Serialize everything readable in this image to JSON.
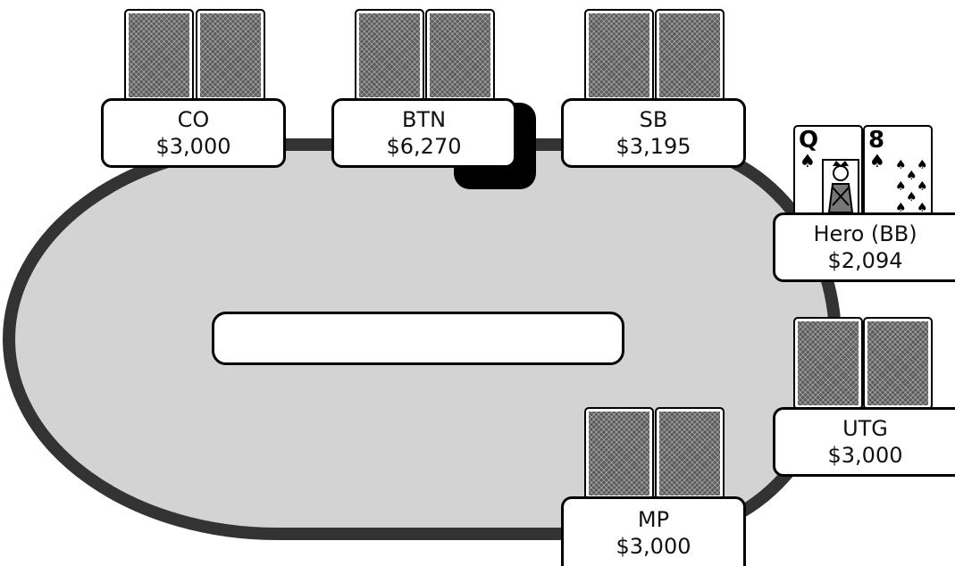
{
  "table": {
    "felt_color": "#d3d3d3",
    "rail_color": "#333333",
    "board_text": ""
  },
  "seats": [
    {
      "position": "CO",
      "stack": "$3,000",
      "cards": "face-down"
    },
    {
      "position": "BTN",
      "stack": "$6,270",
      "cards": "face-down",
      "dealer_button": true
    },
    {
      "position": "SB",
      "stack": "$3,195",
      "cards": "face-down"
    },
    {
      "position": "Hero (BB)",
      "stack": "$2,094",
      "cards": "face-up"
    },
    {
      "position": "UTG",
      "stack": "$3,000",
      "cards": "face-down"
    },
    {
      "position": "MP",
      "stack": "$3,000",
      "cards": "face-down"
    }
  ],
  "hero_cards": [
    {
      "rank": "Q",
      "suit": "♠"
    },
    {
      "rank": "8",
      "suit": "♠"
    }
  ]
}
